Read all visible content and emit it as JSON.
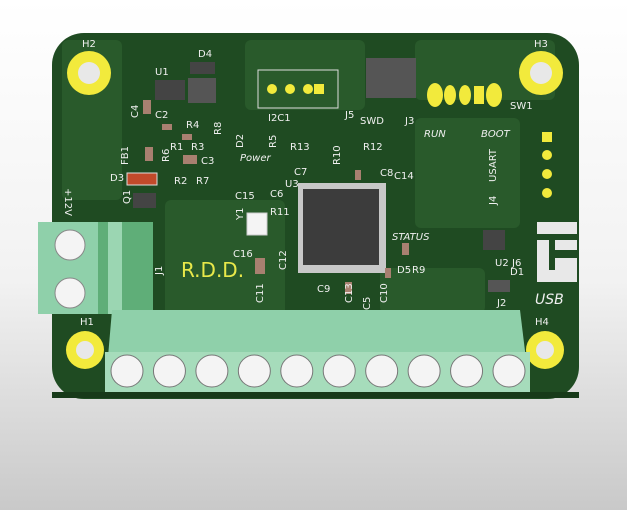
{
  "board": {
    "colors": {
      "board": "#1f4b22",
      "copper_zone": "#2a5a2c",
      "pad": "#f2ea3c",
      "terminal": "#8fd0aa",
      "chip": "#3c3c3c"
    },
    "mounting_holes": [
      "H1",
      "H2",
      "H3",
      "H4"
    ],
    "logo": "R.D.D.",
    "labels": {
      "D4": "D4",
      "U1": "U1",
      "C4": "C4",
      "C2": "C2",
      "R4": "R4",
      "R8": "R8",
      "R1": "R1",
      "R3": "R3",
      "R6": "R6",
      "FB1": "FB1",
      "C3": "C3",
      "D3": "D3",
      "R2": "R2",
      "R7": "R7",
      "Q1": "Q1",
      "D2": "D2",
      "R5": "R5",
      "Power": "Power",
      "I2C1": "I2C1",
      "J5": "J5",
      "SWD": "SWD",
      "J3": "J3",
      "SW1": "SW1",
      "RUN": "RUN",
      "BOOT": "BOOT",
      "USART": "USART",
      "J4": "J4",
      "R13": "R13",
      "R12": "R12",
      "R10": "R10",
      "C7": "C7",
      "C8": "C8",
      "C14": "C14",
      "U3": "U3",
      "C15": "C15",
      "C6": "C6",
      "Y1": "Y1",
      "R11": "R11",
      "C16": "C16",
      "C12": "C12",
      "C11": "C11",
      "C9": "C9",
      "C13": "C13",
      "C5": "C5",
      "C10": "C10",
      "STATUS": "STATUS",
      "D5": "D5",
      "R9": "R9",
      "U2": "U2",
      "J6": "J6",
      "D1": "D1",
      "J2": "J2",
      "USB": "USB",
      "J1": "J1",
      "V12": "+12V"
    },
    "terminal_screws": 10,
    "power_terminal_screws": 2
  }
}
